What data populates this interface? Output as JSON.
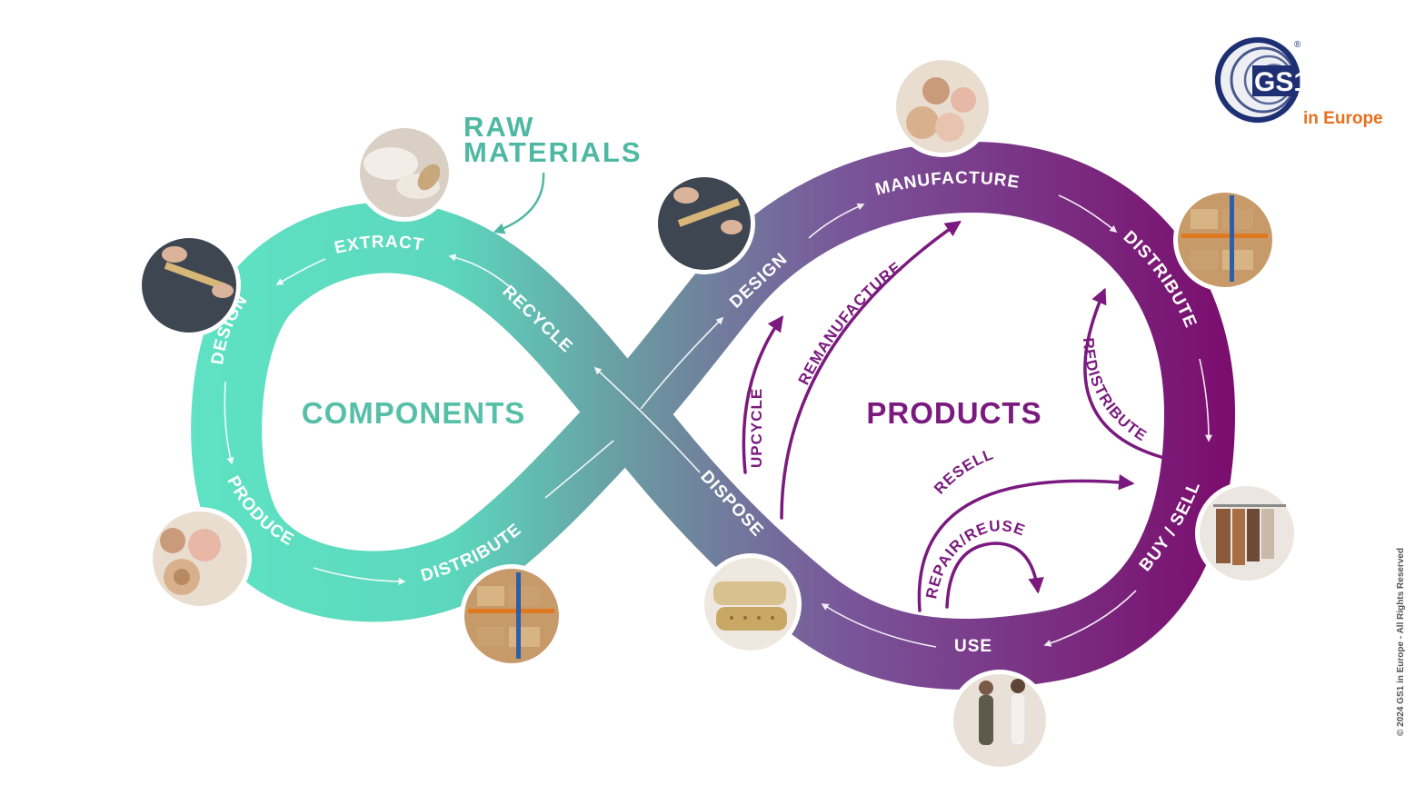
{
  "colors": {
    "teal": "#5ddec0",
    "purple": "#7a0e6e",
    "purple_text": "#7a1a7e",
    "teal_text": "#56bfa8",
    "logo_blue": "#1f2f73",
    "logo_orange": "#e8701f"
  },
  "logo": {
    "brand": "GS1",
    "registered": "®",
    "region": "in Europe"
  },
  "raw_materials": {
    "line1": "RAW",
    "line2": "MATERIALS"
  },
  "left_loop": {
    "title": "COMPONENTS",
    "steps": [
      "EXTRACT",
      "DESIGN",
      "PRODUCE",
      "DISTRIBUTE",
      "RECYCLE"
    ]
  },
  "right_loop": {
    "title": "PRODUCTS",
    "steps": [
      "DESIGN",
      "MANUFACTURE",
      "DISTRIBUTE",
      "BUY / SELL",
      "USE",
      "DISPOSE"
    ],
    "inner_loops": [
      "UPCYCLE",
      "REMANUFACTURE",
      "REDISTRIBUTE",
      "RESELL",
      "REPAIR/REUSE"
    ]
  },
  "photos": [
    {
      "name": "cotton-photo"
    },
    {
      "name": "tailor-design-photo"
    },
    {
      "name": "fabric-rolls-photo"
    },
    {
      "name": "warehouse-photo"
    },
    {
      "name": "tailor-design-photo-2"
    },
    {
      "name": "fabric-rolls-photo-2"
    },
    {
      "name": "warehouse-photo-2"
    },
    {
      "name": "clothing-rack-photo"
    },
    {
      "name": "fashion-models-photo"
    },
    {
      "name": "cushions-photo"
    }
  ],
  "copyright": "© 2024 GS1 in Europe - All Rights Reserved"
}
